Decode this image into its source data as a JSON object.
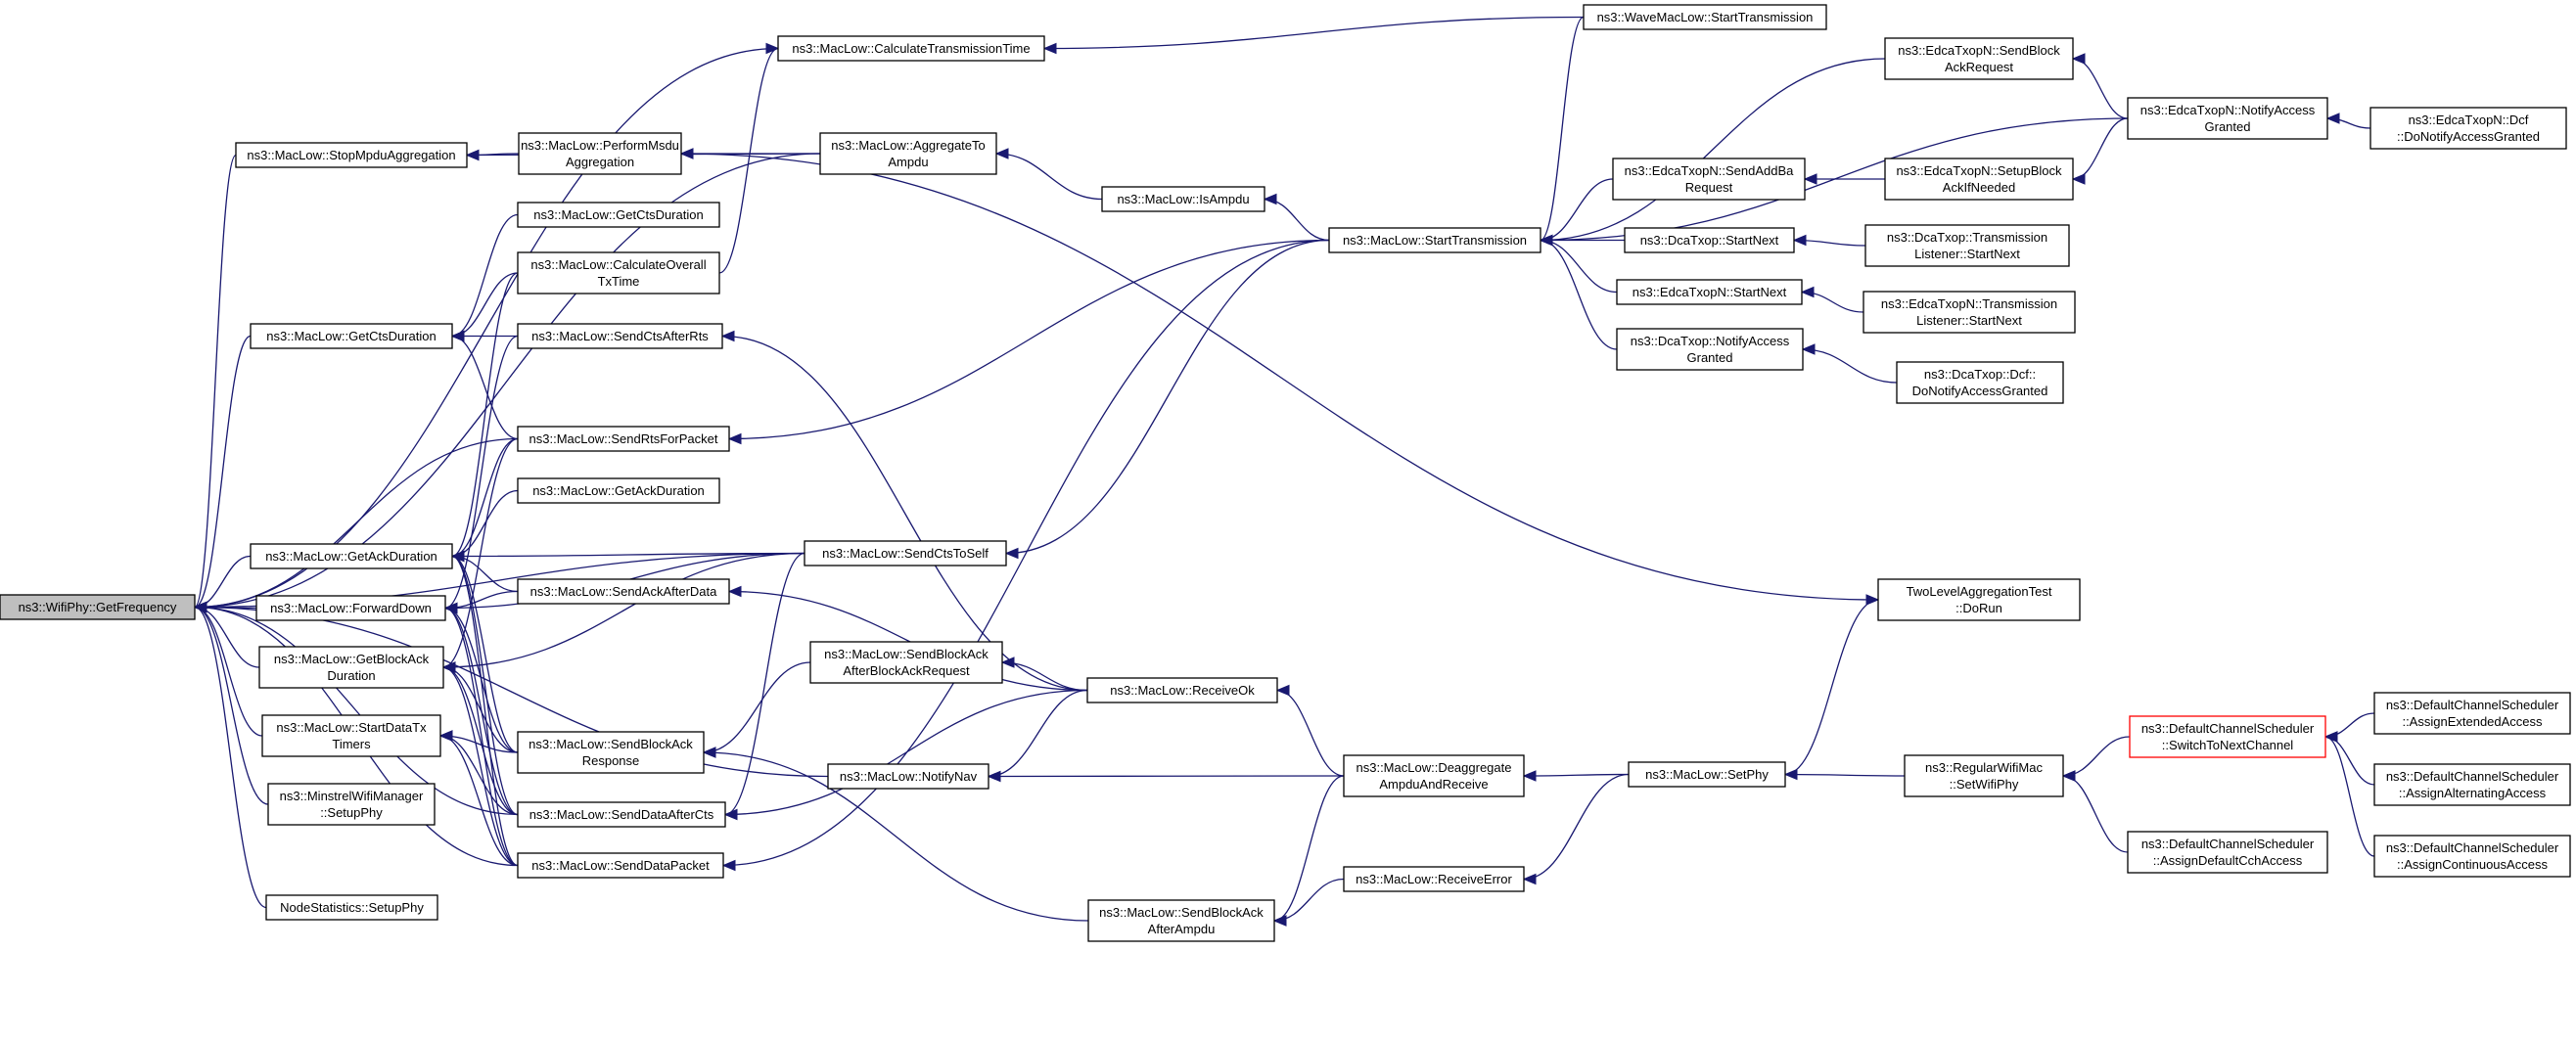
{
  "graph_colors": {
    "edge": "#191970",
    "root_fill": "#bfbfbf",
    "node_border": "#000000",
    "highlight_border": "#ff0000"
  },
  "nodes": [
    {
      "id": "root",
      "lines": [
        "ns3::WifiPhy::GetFrequency"
      ],
      "variant": "root"
    },
    {
      "id": "stopmpdu",
      "lines": [
        "ns3::MacLow::StopMpduAggregation"
      ]
    },
    {
      "id": "getcts",
      "lines": [
        "ns3::MacLow::GetCtsDuration"
      ]
    },
    {
      "id": "getack",
      "lines": [
        "ns3::MacLow::GetAckDuration"
      ]
    },
    {
      "id": "forwarddown",
      "lines": [
        "ns3::MacLow::ForwardDown"
      ]
    },
    {
      "id": "getblockack",
      "lines": [
        "ns3::MacLow::GetBlockAck",
        "Duration"
      ]
    },
    {
      "id": "startdatatx",
      "lines": [
        "ns3::MacLow::StartDataTx",
        "Timers"
      ]
    },
    {
      "id": "minstrel",
      "lines": [
        "ns3::MinstrelWifiManager",
        "::SetupPhy"
      ]
    },
    {
      "id": "nodestats",
      "lines": [
        "NodeStatistics::SetupPhy"
      ]
    },
    {
      "id": "performmsdu",
      "lines": [
        "ns3::MacLow::PerformMsdu",
        "Aggregation"
      ]
    },
    {
      "id": "getctsdur2",
      "lines": [
        "ns3::MacLow::GetCtsDuration"
      ]
    },
    {
      "id": "calcoverall",
      "lines": [
        "ns3::MacLow::CalculateOverall",
        "TxTime"
      ]
    },
    {
      "id": "sendctsafterrts",
      "lines": [
        "ns3::MacLow::SendCtsAfterRts"
      ]
    },
    {
      "id": "sendrts",
      "lines": [
        "ns3::MacLow::SendRtsForPacket"
      ]
    },
    {
      "id": "getackdur2",
      "lines": [
        "ns3::MacLow::GetAckDuration"
      ]
    },
    {
      "id": "sendackafter",
      "lines": [
        "ns3::MacLow::SendAckAfterData"
      ]
    },
    {
      "id": "sendblockackresp",
      "lines": [
        "ns3::MacLow::SendBlockAck",
        "Response"
      ]
    },
    {
      "id": "senddataaftercts",
      "lines": [
        "ns3::MacLow::SendDataAfterCts"
      ]
    },
    {
      "id": "senddatapacket",
      "lines": [
        "ns3::MacLow::SendDataPacket"
      ]
    },
    {
      "id": "calctx",
      "lines": [
        "ns3::MacLow::CalculateTransmissionTime"
      ]
    },
    {
      "id": "aggregateto",
      "lines": [
        "ns3::MacLow::AggregateTo",
        "Ampdu"
      ]
    },
    {
      "id": "sendctstoself",
      "lines": [
        "ns3::MacLow::SendCtsToSelf"
      ]
    },
    {
      "id": "sendblockackafterbar",
      "lines": [
        "ns3::MacLow::SendBlockAck",
        "AfterBlockAckRequest"
      ]
    },
    {
      "id": "notifynav",
      "lines": [
        "ns3::MacLow::NotifyNav"
      ]
    },
    {
      "id": "isampdu",
      "lines": [
        "ns3::MacLow::IsAmpdu"
      ]
    },
    {
      "id": "receiveok",
      "lines": [
        "ns3::MacLow::ReceiveOk"
      ]
    },
    {
      "id": "sendblockackafterampdu",
      "lines": [
        "ns3::MacLow::SendBlockAck",
        "AfterAmpdu"
      ]
    },
    {
      "id": "starttx",
      "lines": [
        "ns3::MacLow::StartTransmission"
      ]
    },
    {
      "id": "deaggregate",
      "lines": [
        "ns3::MacLow::Deaggregate",
        "AmpduAndReceive"
      ]
    },
    {
      "id": "receiveerror",
      "lines": [
        "ns3::MacLow::ReceiveError"
      ]
    },
    {
      "id": "wavestarttx",
      "lines": [
        "ns3::WaveMacLow::StartTransmission"
      ]
    },
    {
      "id": "edcasendaddba",
      "lines": [
        "ns3::EdcaTxopN::SendAddBa",
        "Request"
      ]
    },
    {
      "id": "dcastartnext",
      "lines": [
        "ns3::DcaTxop::StartNext"
      ]
    },
    {
      "id": "edcastartnext",
      "lines": [
        "ns3::EdcaTxopN::StartNext"
      ]
    },
    {
      "id": "dcanotify",
      "lines": [
        "ns3::DcaTxop::NotifyAccess",
        "Granted"
      ]
    },
    {
      "id": "edcasendblockack",
      "lines": [
        "ns3::EdcaTxopN::SendBlock",
        "AckRequest"
      ]
    },
    {
      "id": "twolevel",
      "lines": [
        "TwoLevelAggregationTest",
        "::DoRun"
      ]
    },
    {
      "id": "setphy",
      "lines": [
        "ns3::MacLow::SetPhy"
      ]
    },
    {
      "id": "edcasetupblock",
      "lines": [
        "ns3::EdcaTxopN::SetupBlock",
        "AckIfNeeded"
      ]
    },
    {
      "id": "dcatranslistener",
      "lines": [
        "ns3::DcaTxop::Transmission",
        "Listener::StartNext"
      ]
    },
    {
      "id": "edcatranslistener",
      "lines": [
        "ns3::EdcaTxopN::Transmission",
        "Listener::StartNext"
      ]
    },
    {
      "id": "dcadcf",
      "lines": [
        "ns3::DcaTxop::Dcf::",
        "DoNotifyAccessGranted"
      ]
    },
    {
      "id": "regularwifimac",
      "lines": [
        "ns3::RegularWifiMac",
        "::SetWifiPhy"
      ]
    },
    {
      "id": "edcanotify",
      "lines": [
        "ns3::EdcaTxopN::NotifyAccess",
        "Granted"
      ]
    },
    {
      "id": "switchnext",
      "lines": [
        "ns3::DefaultChannelScheduler",
        "::SwitchToNextChannel"
      ],
      "variant": "hl"
    },
    {
      "id": "assigndefault",
      "lines": [
        "ns3::DefaultChannelScheduler",
        "::AssignDefaultCchAccess"
      ]
    },
    {
      "id": "edcadcf",
      "lines": [
        "ns3::EdcaTxopN::Dcf",
        "::DoNotifyAccessGranted"
      ]
    },
    {
      "id": "assignextended",
      "lines": [
        "ns3::DefaultChannelScheduler",
        "::AssignExtendedAccess"
      ]
    },
    {
      "id": "assignalternating",
      "lines": [
        "ns3::DefaultChannelScheduler",
        "::AssignAlternatingAccess"
      ]
    },
    {
      "id": "assigncontinuous",
      "lines": [
        "ns3::DefaultChannelScheduler",
        "::AssignContinuousAccess"
      ]
    }
  ],
  "edges": [
    [
      "stopmpdu",
      "root"
    ],
    [
      "getcts",
      "root"
    ],
    [
      "getack",
      "root"
    ],
    [
      "forwarddown",
      "root"
    ],
    [
      "getblockack",
      "root"
    ],
    [
      "startdatatx",
      "root"
    ],
    [
      "minstrel",
      "root"
    ],
    [
      "nodestats",
      "root"
    ],
    [
      "calctx",
      "root"
    ],
    [
      "sendrts",
      "root"
    ],
    [
      "sendctstoself",
      "root"
    ],
    [
      "senddataaftercts",
      "root"
    ],
    [
      "senddatapacket",
      "root"
    ],
    [
      "notifynav",
      "root"
    ],
    [
      "aggregateto",
      "root"
    ],
    [
      "performmsdu",
      "stopmpdu"
    ],
    [
      "aggregateto",
      "stopmpdu"
    ],
    [
      "getctsdur2",
      "getcts"
    ],
    [
      "calcoverall",
      "getcts"
    ],
    [
      "sendctsafterrts",
      "getcts"
    ],
    [
      "sendrts",
      "getcts"
    ],
    [
      "getackdur2",
      "getack"
    ],
    [
      "sendrts",
      "getack"
    ],
    [
      "calcoverall",
      "getack"
    ],
    [
      "sendctstoself",
      "getack"
    ],
    [
      "sendackafter",
      "getack"
    ],
    [
      "sendblockackresp",
      "getack"
    ],
    [
      "senddataaftercts",
      "getack"
    ],
    [
      "senddatapacket",
      "getack"
    ],
    [
      "sendackafter",
      "forwarddown"
    ],
    [
      "sendctstoself",
      "forwarddown"
    ],
    [
      "sendblockackresp",
      "forwarddown"
    ],
    [
      "senddataaftercts",
      "forwarddown"
    ],
    [
      "senddatapacket",
      "forwarddown"
    ],
    [
      "sendctsafterrts",
      "forwarddown"
    ],
    [
      "sendrts",
      "getblockack"
    ],
    [
      "sendctstoself",
      "getblockack"
    ],
    [
      "sendblockackresp",
      "getblockack"
    ],
    [
      "senddataaftercts",
      "getblockack"
    ],
    [
      "senddatapacket",
      "getblockack"
    ],
    [
      "sendblockackresp",
      "startdatatx"
    ],
    [
      "senddataaftercts",
      "startdatatx"
    ],
    [
      "senddatapacket",
      "startdatatx"
    ],
    [
      "calcoverall",
      "calctx"
    ],
    [
      "wavestarttx",
      "calctx"
    ],
    [
      "aggregateto",
      "performmsdu"
    ],
    [
      "twolevel",
      "performmsdu"
    ],
    [
      "receiveok",
      "sendctsafterrts"
    ],
    [
      "starttx",
      "sendrts"
    ],
    [
      "receiveok",
      "sendackafter"
    ],
    [
      "sendblockackafterbar",
      "sendblockackresp"
    ],
    [
      "sendblockackafterampdu",
      "sendblockackresp"
    ],
    [
      "receiveok",
      "senddataaftercts"
    ],
    [
      "sendctstoself",
      "senddataaftercts"
    ],
    [
      "starttx",
      "senddatapacket"
    ],
    [
      "starttx",
      "sendctstoself"
    ],
    [
      "receiveok",
      "sendblockackafterbar"
    ],
    [
      "deaggregate",
      "notifynav"
    ],
    [
      "receiveok",
      "notifynav"
    ],
    [
      "isampdu",
      "aggregateto"
    ],
    [
      "starttx",
      "isampdu"
    ],
    [
      "deaggregate",
      "receiveok"
    ],
    [
      "deaggregate",
      "sendblockackafterampdu"
    ],
    [
      "receiveerror",
      "sendblockackafterampdu"
    ],
    [
      "wavestarttx",
      "starttx"
    ],
    [
      "edcasendaddba",
      "starttx"
    ],
    [
      "dcastartnext",
      "starttx"
    ],
    [
      "edcastartnext",
      "starttx"
    ],
    [
      "dcanotify",
      "starttx"
    ],
    [
      "edcasendblockack",
      "starttx"
    ],
    [
      "edcanotify",
      "starttx"
    ],
    [
      "setphy",
      "deaggregate"
    ],
    [
      "setphy",
      "receiveerror"
    ],
    [
      "setphy",
      "twolevel"
    ],
    [
      "regularwifimac",
      "setphy"
    ],
    [
      "edcasetupblock",
      "edcasendaddba"
    ],
    [
      "dcatranslistener",
      "dcastartnext"
    ],
    [
      "edcatranslistener",
      "edcastartnext"
    ],
    [
      "dcadcf",
      "dcanotify"
    ],
    [
      "edcanotify",
      "edcasendblockack"
    ],
    [
      "edcanotify",
      "edcasetupblock"
    ],
    [
      "edcadcf",
      "edcanotify"
    ],
    [
      "switchnext",
      "regularwifimac"
    ],
    [
      "assigndefault",
      "regularwifimac"
    ],
    [
      "assignextended",
      "switchnext"
    ],
    [
      "assignalternating",
      "switchnext"
    ],
    [
      "assigncontinuous",
      "switchnext"
    ]
  ]
}
